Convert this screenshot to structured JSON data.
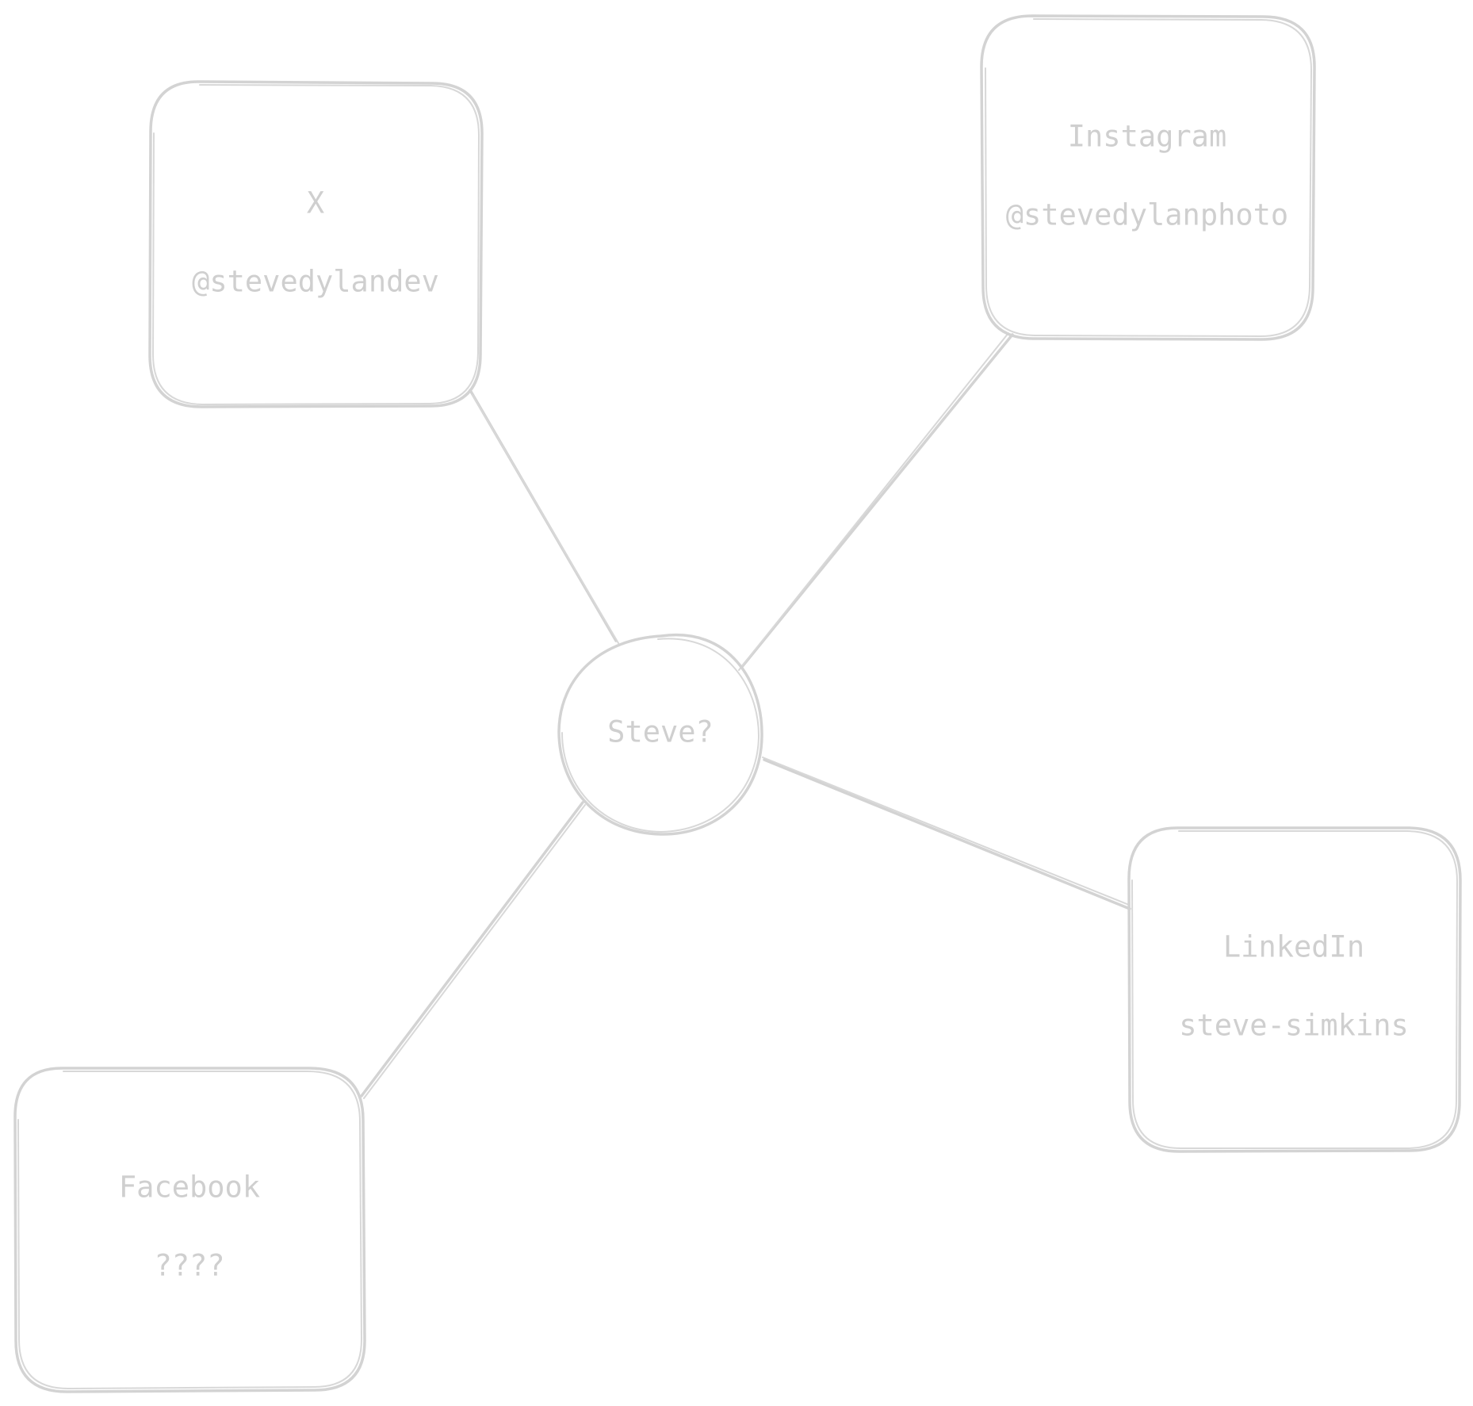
{
  "center": {
    "label": "Steve?"
  },
  "nodes": [
    {
      "id": "x",
      "title": "X",
      "handle": "@stevedylandev"
    },
    {
      "id": "instagram",
      "title": "Instagram",
      "handle": "@stevedylanphoto"
    },
    {
      "id": "linkedin",
      "title": "LinkedIn",
      "handle": "steve-simkins"
    },
    {
      "id": "facebook",
      "title": "Facebook",
      "handle": "????"
    }
  ],
  "colors": {
    "stroke": "#d3d3d3",
    "text": "#cfcfcf",
    "background": "#ffffff"
  }
}
